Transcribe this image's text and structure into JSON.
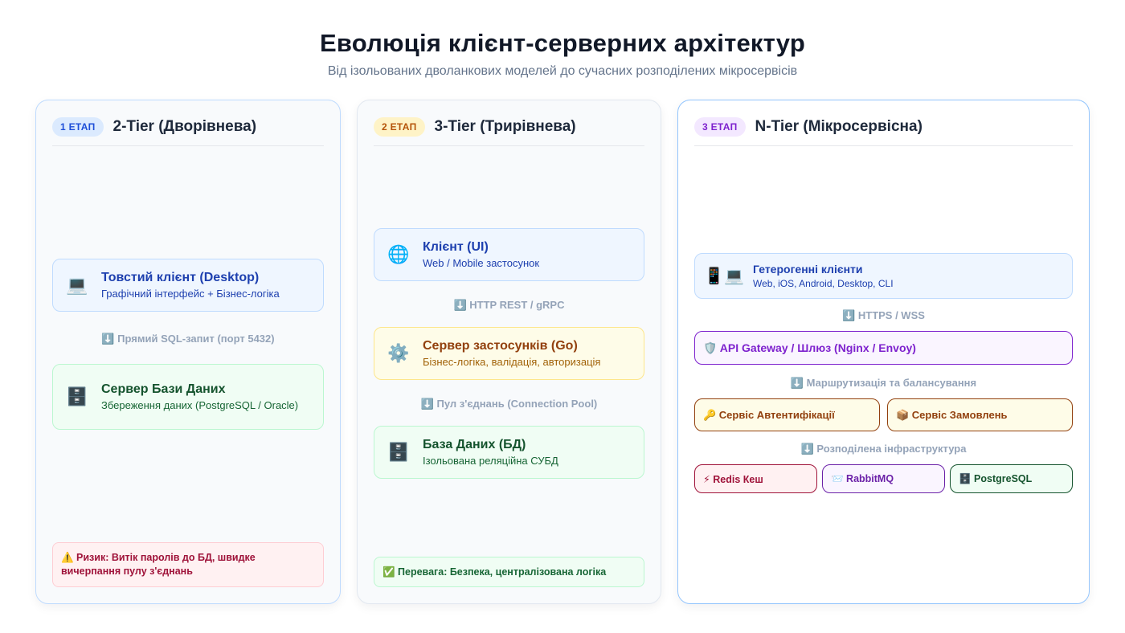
{
  "header": {
    "title": "Еволюція клієнт-серверних архітектур",
    "subtitle": "Від ізольованих дволанкових моделей до сучасних розподілених мікросервісів"
  },
  "columns": [
    {
      "badge": "1 ЕТАП",
      "title": "2-Tier (Дворівнева)",
      "cards": [
        {
          "icon": "💻",
          "title": "Товстий клієнт (Desktop)",
          "sub": "Графічний інтерфейс + Бізнес-логіка"
        },
        {
          "icon": "🗄️",
          "title": "Сервер Бази Даних",
          "sub": "Збереження даних (PostgreSQL / Oracle)"
        }
      ],
      "connectors": [
        "⬇️ Прямий SQL-запит (порт 5432)"
      ],
      "note": "⚠️ Ризик: Витік паролів до БД, швидке вичерпання пулу з'єднань"
    },
    {
      "badge": "2 ЕТАП",
      "title": "3-Tier (Трирівнева)",
      "cards": [
        {
          "icon": "🌐",
          "title": "Клієнт (UI)",
          "sub": "Web / Mobile застосунок"
        },
        {
          "icon": "⚙️",
          "title": "Сервер застосунків (Go)",
          "sub": "Бізнес-логіка, валідація, авторизація"
        },
        {
          "icon": "🗄️",
          "title": "База Даних (БД)",
          "sub": "Ізольована реляційна СУБД"
        }
      ],
      "connectors": [
        "⬇️ HTTP REST / gRPC",
        "⬇️ Пул з'єднань (Connection Pool)"
      ],
      "note": "✅ Перевага: Безпека, централізована логіка"
    },
    {
      "badge": "3 ЕТАП",
      "title": "N-Tier (Мікросервісна)",
      "cards": [
        {
          "icon": "📱💻",
          "title": "Гетерогенні клієнти",
          "sub": "Web, iOS, Android, Desktop, CLI"
        }
      ],
      "gateway": "🛡️ API Gateway / Шлюз (Nginx / Envoy)",
      "services": [
        "🔑 Сервіс Автентифікації",
        "📦 Сервіс Замовлень"
      ],
      "infra": [
        "⚡ Redis Кеш",
        "📨 RabbitMQ",
        "🗄️ PostgreSQL"
      ],
      "connectors": [
        "⬇️ HTTPS / WSS",
        "⬇️ Маршрутизація та балансування",
        "⬇️ Розподілена інфраструктура"
      ]
    }
  ],
  "colors": {
    "accent_blue": "#1e40af",
    "accent_green": "#14532d",
    "accent_yellow": "#92400e",
    "accent_purple": "#7e22ce",
    "accent_red": "#9f1239"
  }
}
